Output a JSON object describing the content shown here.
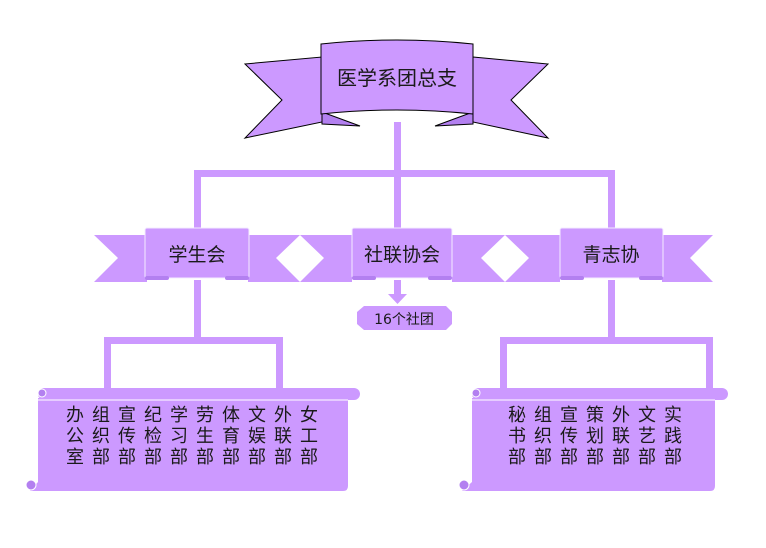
{
  "root": {
    "label": "医学系团总支"
  },
  "branches": [
    {
      "label": "学生会",
      "departments": [
        "办公室",
        "组织部",
        "宣传部",
        "纪检部",
        "学习部",
        "劳生部",
        "体育部",
        "文娱部",
        "外联部",
        "女工部"
      ]
    },
    {
      "label": "社联协会",
      "note": "16个社团"
    },
    {
      "label": "青志协",
      "departments": [
        "秘书部",
        "组织部",
        "宣传部",
        "策划部",
        "外联部",
        "文艺部",
        "实践部"
      ]
    }
  ],
  "colors": {
    "fill": "#cc99ff",
    "fill_dark": "#b380f0",
    "line": "#cc99ff",
    "stroke": "#000000",
    "text": "#1a1a1a"
  }
}
